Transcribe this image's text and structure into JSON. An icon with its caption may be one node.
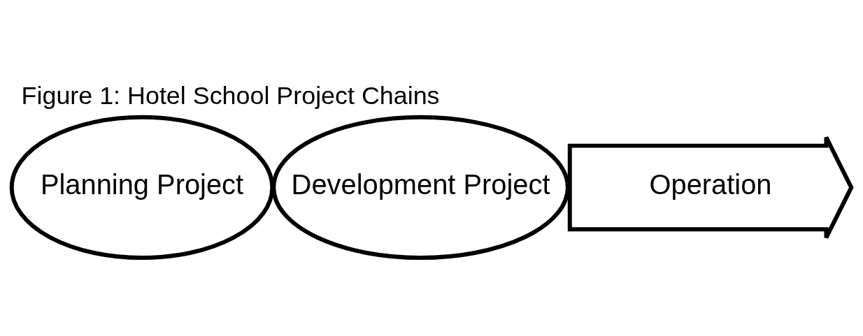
{
  "diagram": {
    "title": "Figure 1: Hotel School Project Chains",
    "nodes": [
      {
        "text": [
          "Planning Project"
        ]
      },
      {
        "text": [
          "Development Project"
        ]
      },
      {
        "text": [
          "Operation"
        ]
      }
    ],
    "edges": []
  }
}
